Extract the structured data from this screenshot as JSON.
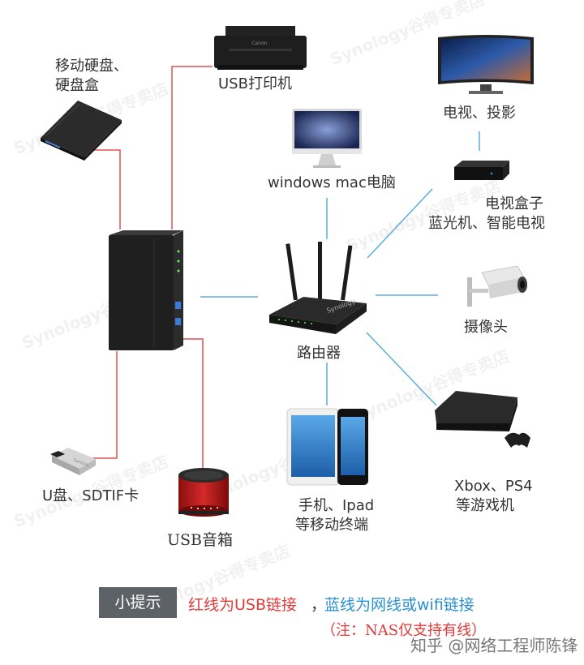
{
  "labels": {
    "portable_hdd": [
      "移动硬盘、",
      "硬盘盒"
    ],
    "usb_printer": "USB打印机",
    "tv_projector": "电视、投影",
    "computer": "windows mac电脑",
    "tv_box": [
      "电视盒子",
      "蓝光机、智能电视"
    ],
    "router": "路由器",
    "camera": "摄像头",
    "usb_drive": "U盘、SDTIF卡",
    "usb_speaker": "USB音箱",
    "mobile": [
      "手机、Ipad",
      "等移动终端"
    ],
    "console": [
      "Xbox、PS4",
      "等游戏机"
    ]
  },
  "brand": {
    "router_logo": "Synology",
    "printer_logo": "Canon",
    "usb_drive_logo": "SanDisk"
  },
  "legend": {
    "tip": "小提示",
    "red_text": "红线为USB链接",
    "separator": "，",
    "blue_text": "蓝线为网线或wifi链接",
    "note": "（注：NAS仅支持有线）"
  },
  "watermark": "Synology谷得专卖店",
  "credit": "知乎 @网络工程师陈锋",
  "colors": {
    "usb_line": "#e05050",
    "network_line": "#5aaedc",
    "tip_bg": "#5d6266"
  }
}
